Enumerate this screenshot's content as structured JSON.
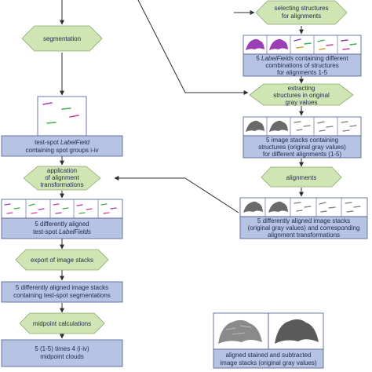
{
  "colors": {
    "process_fill": "#cfe6b4",
    "process_stroke": "#8aa86c",
    "result_fill": "#b7c3e3",
    "result_stroke": "#4a5a8a",
    "arrow": "#2e2e2e",
    "text": "#1e2a4a"
  },
  "steps": {
    "segmentation": "segmentation",
    "selecting": [
      "selecting structures",
      "for alignments"
    ],
    "extracting": [
      "extracting",
      "structures in original",
      "gray values"
    ],
    "alignments": "alignments",
    "application": [
      "application",
      "of alignment",
      "transformations"
    ],
    "export": "export of image stacks",
    "midpoint": "midpoint calculations"
  },
  "results": {
    "labelfields": {
      "line1_prefix": "5 ",
      "line1_italic": "LabelFields",
      "line1_suffix": " containing different",
      "line2": "combinations of structures",
      "line3": "for alignments 1-5"
    },
    "stacks_structures": [
      "5 image stacks containing",
      "structures (original gray values)",
      "for different alignments (1-5)"
    ],
    "test_spot": {
      "line1_prefix": "test-spot ",
      "line1_italic": "LabelField",
      "line2": "containing spot groups i-iv"
    },
    "aligned_labelfields": {
      "line1": "5 differently aligned",
      "line2_prefix": "test-spot ",
      "line2_italic": "LabelFields"
    },
    "aligned_stacks": [
      "5 differently aligned image stacks",
      "(original gray values) and corresponding",
      "alignment transformations"
    ],
    "segmentations": [
      "5 differently aligned image stacks",
      "containing test-spot segmentations"
    ],
    "midpoint_clouds": [
      "5 (1-5) times 4 (i-iv)",
      "midpoint clouds"
    ],
    "final": [
      "aligned stained and subtracted",
      "image stacks (original gray values)"
    ]
  }
}
